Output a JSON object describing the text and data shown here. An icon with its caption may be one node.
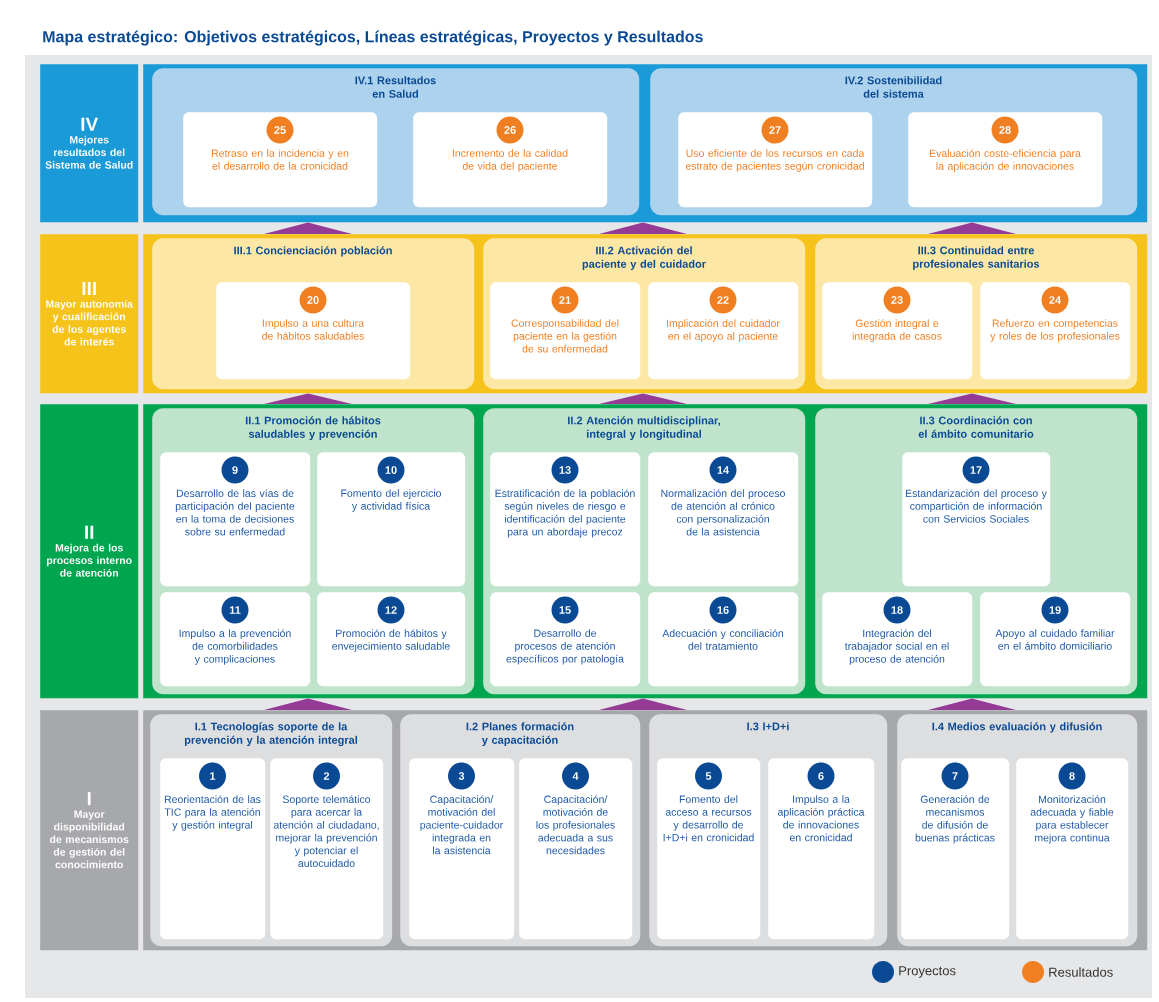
{
  "diagram": {
    "title": "Mapa estratégico: Objetivos estratégicos, Líneas estratégicas, Proyectos y Resultados",
    "nodes": [
      {
        "text": [
          "IV",
          "Mejores resultados del Sistema de Salud"
        ]
      },
      {
        "text": [],
        "shape": "box"
      },
      {
        "text": [
          "IV.1 Resultados en Salud"
        ],
        "in": 1
      },
      {
        "text": [
          "25",
          "Retraso en la incidencia y en el desarrollo de la cronicidad"
        ],
        "in": 2
      },
      {
        "text": [
          "26",
          "Incremento de la calidad de vida del paciente"
        ],
        "in": 2
      },
      {
        "text": [
          "IV.2 Sostenibilidad del sistema"
        ],
        "in": 1
      },
      {
        "text": [
          "27",
          "Uso eficiente de los recursos en cada estrato de pacientes según cronicidad"
        ],
        "in": 5
      },
      {
        "text": [
          "28",
          "Evaluación coste-eficiencia para la aplicación de innovaciones"
        ],
        "in": 5
      },
      {
        "text": [
          "III",
          "Mayor autonomía y cualificación de los agentes de interés"
        ]
      },
      {
        "text": [],
        "shape": "box"
      },
      {
        "text": [
          "III.1 Concienciación población"
        ],
        "in": 9
      },
      {
        "text": [
          "20",
          "Impulso a una cultura de hábitos saludables"
        ],
        "in": 10
      },
      {
        "text": [
          "III.2 Activación del paciente y del cuidador"
        ],
        "in": 9
      },
      {
        "text": [
          "21",
          "Corresponsabilidad del paciente en la gestión de su enfermedad"
        ],
        "in": 12
      },
      {
        "text": [
          "22",
          "Implicación del cuidador en el apoyo al paciente"
        ],
        "in": 12
      },
      {
        "text": [
          "III.3 Continuidad entre profesionales sanitarios"
        ],
        "in": 9
      },
      {
        "text": [
          "23",
          "Gestión integral e integrada de casos"
        ],
        "in": 15
      },
      {
        "text": [
          "24",
          "Refuerzo en competencias y roles de los profesionales"
        ],
        "in": 15
      },
      {
        "text": [
          "II",
          "Mejora de los procesos interno de atención"
        ]
      },
      {
        "text": [],
        "shape": "box"
      },
      {
        "text": [
          "II.1 Promoción de hábitos saludables y prevención"
        ],
        "in": 19
      },
      {
        "text": [
          "9",
          "Desarrollo de las vías de participación del paciente en la toma de decisiones sobre su enfermedad"
        ],
        "in": 20
      },
      {
        "text": [
          "10",
          "Fomento del ejercicio y actividad física"
        ],
        "in": 20
      },
      {
        "text": [
          "11",
          "Impulso a la prevención de comorbilidades y complicaciones"
        ],
        "in": 20
      },
      {
        "text": [
          "12",
          "Promoción de hábitos y envejecimiento saludable"
        ],
        "in": 20
      },
      {
        "text": [
          "II.2 Atención multidisciplinar, integral y longitudinal"
        ],
        "in": 19
      },
      {
        "text": [
          "13",
          "Estratificación de la población según niveles de riesgo e identificación del paciente para un abordaje precoz"
        ],
        "in": 25
      },
      {
        "text": [
          "14",
          "Normalización del proceso de atención al crónico con personalización de la asistencia"
        ],
        "in": 25
      },
      {
        "text": [
          "15",
          "Desarrollo de procesos de atención específicos por patología"
        ],
        "in": 25
      },
      {
        "text": [
          "16",
          "Adecuación y conciliación del tratamiento"
        ],
        "in": 25
      },
      {
        "text": [
          "II.3 Coordinación con el ámbito comunitario"
        ],
        "in": 19
      },
      {
        "text": [
          "17",
          "Estandarización del proceso y compartición de información con Servicios Sociales"
        ],
        "in": 30
      },
      {
        "text": [
          "18",
          "Integración del trabajador social en el proceso de atención"
        ],
        "in": 30
      },
      {
        "text": [
          "19",
          "Apoyo al cuidado familiar en el ámbito domiciliario"
        ],
        "in": 30
      },
      {
        "text": [
          "I",
          "Mayor disponibilidad de mecanismos de gestión del conocimiento"
        ]
      },
      {
        "text": [],
        "shape": "box"
      },
      {
        "text": [
          "I.1 Tecnologías soporte de la prevención y la atención integral"
        ],
        "in": 35
      },
      {
        "text": [
          "1",
          "Reorientación de las TIC para la atención y gestión integral"
        ],
        "in": 36
      },
      {
        "text": [
          "2",
          "Soporte telemático para acercar la atención al ciudadano, mejorar la prevención y potenciar el autocuidado"
        ],
        "in": 36
      },
      {
        "text": [
          "I.2 Planes formación y capacitación"
        ],
        "in": 35
      },
      {
        "text": [
          "3",
          "Capacitación/ motivación del paciente-cuidador integrada en la asistencia"
        ],
        "in": 39
      },
      {
        "text": [
          "4",
          "Capacitación/ motivación de los profesionales adecuada a sus necesidades"
        ],
        "in": 39
      },
      {
        "text": [
          "I.3 I+D+i"
        ],
        "in": 35
      },
      {
        "text": [
          "5",
          "Fomento del acceso a recursos y desarrollo de I+D+i en cronicidad"
        ],
        "in": 42
      },
      {
        "text": [
          "6",
          "Impulso a la aplicación práctica de innovaciones en cronicidad"
        ],
        "in": 42
      },
      {
        "text": [
          "I.4 Medios evaluación y difusión"
        ],
        "in": 35
      },
      {
        "text": [
          "7",
          "Generación de mecanismos de difusión de buenas prácticas"
        ],
        "in": 45
      },
      {
        "text": [
          "8",
          "Monitorización adecuada y fiable para establecer mejora continua"
        ],
        "in": 45
      }
    ],
    "edges": [
      {
        "from": 35,
        "to": 19,
        "arrow": "to"
      },
      {
        "from": 35,
        "to": 19,
        "arrow": "to"
      },
      {
        "from": 35,
        "to": 19,
        "arrow": "to"
      },
      {
        "from": 19,
        "to": 9,
        "arrow": "to"
      },
      {
        "from": 19,
        "to": 9,
        "arrow": "to"
      },
      {
        "from": 19,
        "to": 9,
        "arrow": "to"
      },
      {
        "from": 9,
        "to": 1,
        "arrow": "to"
      },
      {
        "from": 9,
        "to": 1,
        "arrow": "to"
      },
      {
        "from": 9,
        "to": 1,
        "arrow": "to"
      }
    ],
    "legend": [
      {
        "text": "Proyectos",
        "color": "#0a4a94"
      },
      {
        "text": "Resultados",
        "color": "#f07f22"
      }
    ]
  }
}
